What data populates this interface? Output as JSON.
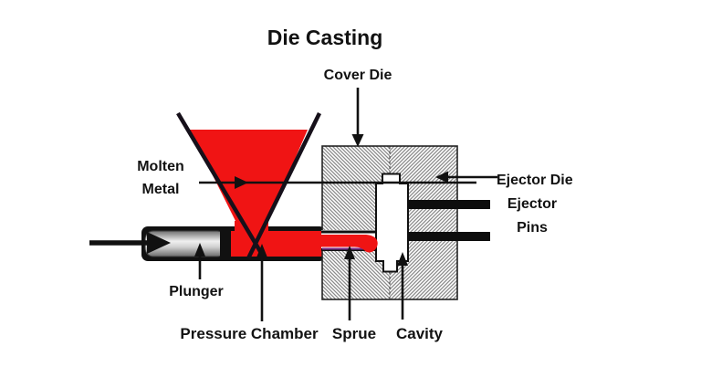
{
  "title": "Die Casting",
  "labels": {
    "cover_die": "Cover Die",
    "molten_metal": [
      "Molten",
      "Metal"
    ],
    "ejector_die": "Ejector Die",
    "ejector_pins": [
      "Ejector",
      "Pins"
    ],
    "plunger": "Plunger",
    "pressure_chamber": "Pressure Chamber",
    "sprue": "Sprue",
    "cavity": "Cavity"
  },
  "colors": {
    "molten_red": "#f01414",
    "outline_black": "#111111",
    "hatch_gray": "#8a8a8a",
    "sprue_underline_purple": "#7b2d8b"
  }
}
